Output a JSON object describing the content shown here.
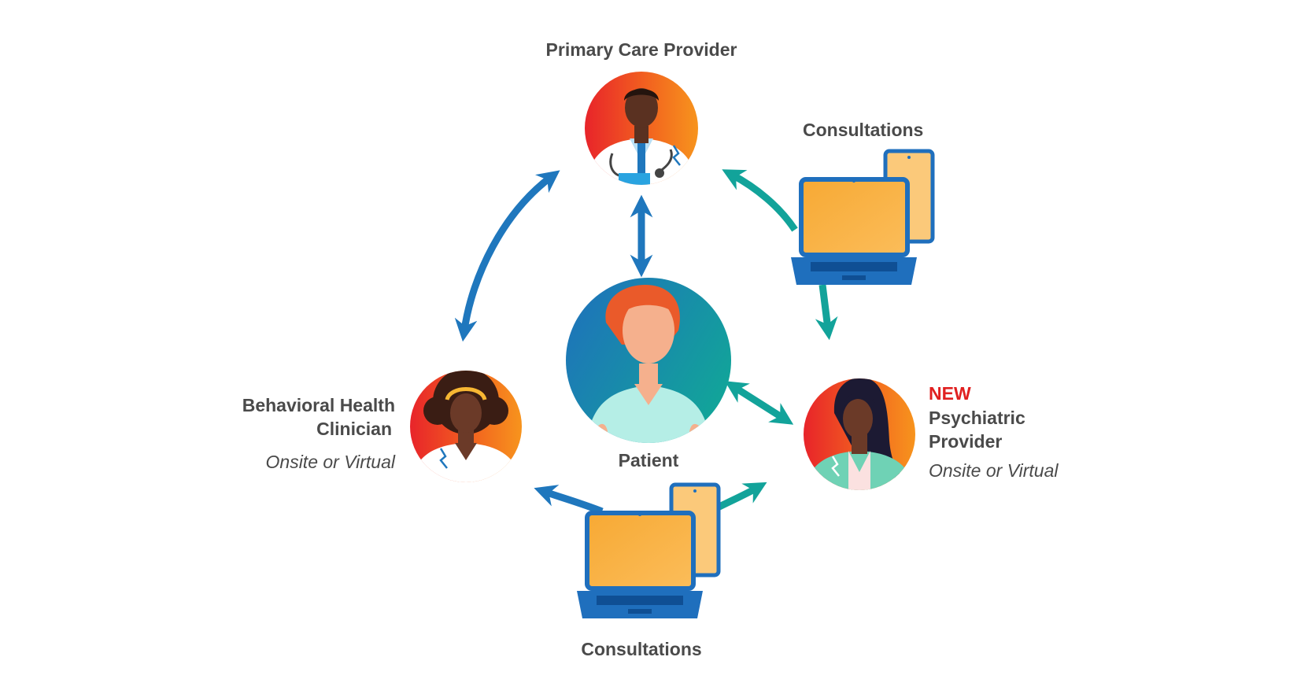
{
  "nodes": {
    "primary_care": {
      "title": "Primary Care Provider"
    },
    "patient": {
      "title": "Patient"
    },
    "behavioral": {
      "title_line1": "Behavioral Health",
      "title_line2": "Clinician",
      "mode": "Onsite or Virtual"
    },
    "psychiatric": {
      "badge": "NEW",
      "title_line1": "Psychiatric",
      "title_line2": "Provider",
      "mode": "Onsite or Virtual"
    }
  },
  "consultations": {
    "top_right_label": "Consultations",
    "bottom_label": "Consultations"
  },
  "colors": {
    "arrow_blue": "#1f77bd",
    "arrow_teal": "#12a39a",
    "text": "#4a4a4a",
    "new_badge": "#e02020",
    "device_frame": "#1f6fbd",
    "device_screen": "#f8ad3c"
  }
}
